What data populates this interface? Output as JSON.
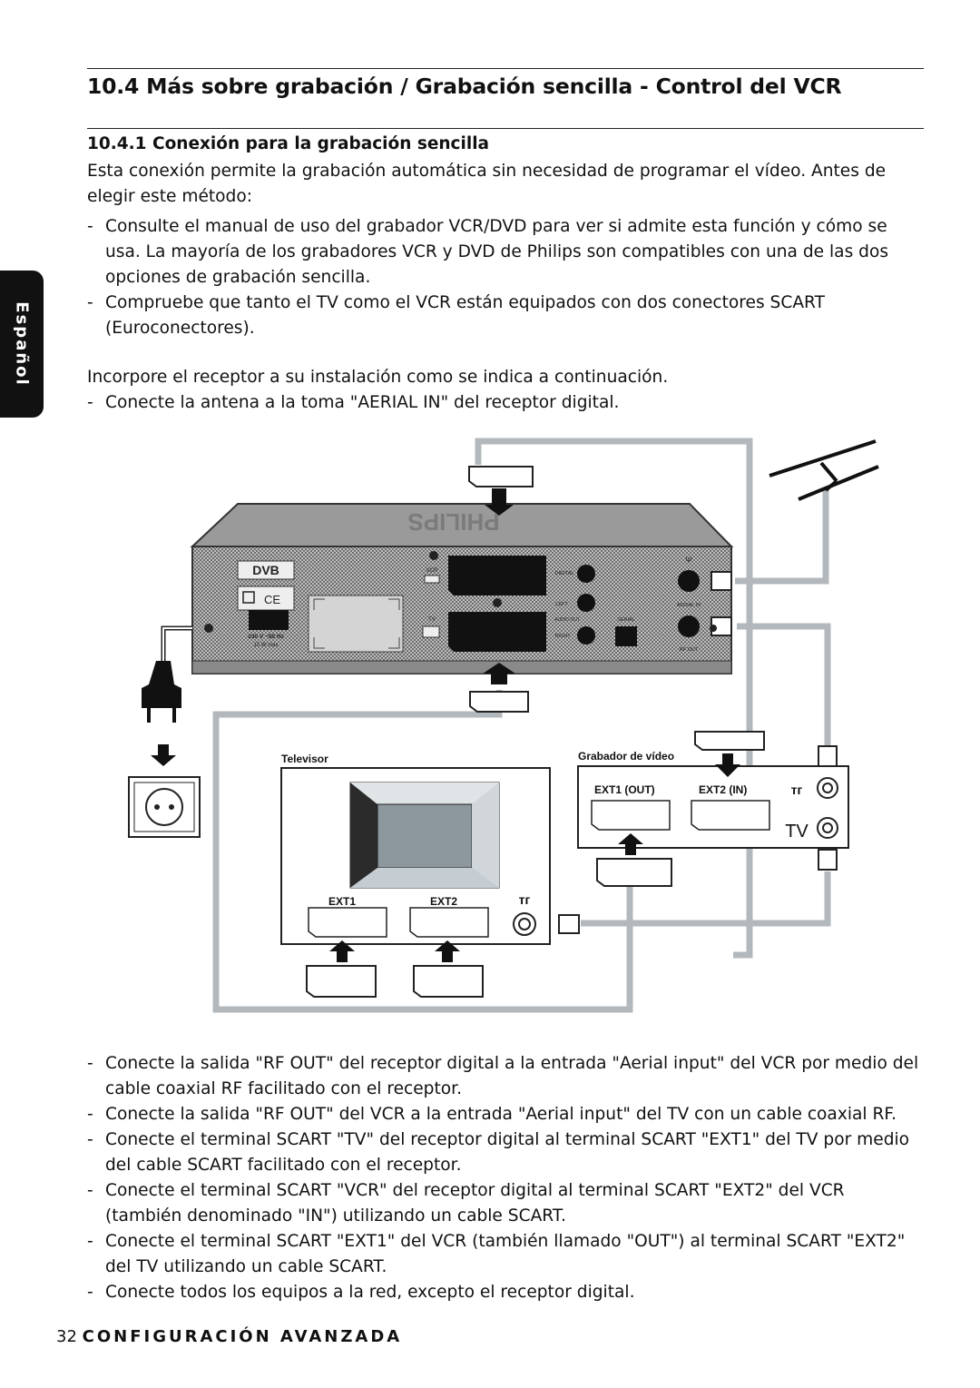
{
  "side_tab": "Español",
  "heading": "10.4 Más sobre grabación / Grabación sencilla - Control del VCR",
  "subheading": "10.4.1 Conexión para la grabación sencilla",
  "intro": "Esta conexión permite la grabación automática sin necesidad de programar el vídeo. Antes de elegir este método:",
  "checks": [
    "Consulte el manual de uso del grabador VCR/DVD para ver si admite esta función y cómo se usa. La mayoría de los grabadores VCR y DVD de Philips son compatibles con una de las dos opciones de grabación sencilla.",
    "Compruebe que tanto el TV como el VCR están equipados con dos conectores SCART (Euroconectores)."
  ],
  "install_intro": "Incorpore el receptor a su instalación como se indica a continuación.",
  "install_steps": [
    "Conecte la antena a la toma \"AERIAL IN\" del receptor digital."
  ],
  "diagram": {
    "brand": "PHILIPS",
    "dvb_logo": "DVB",
    "ce_mark": "CE",
    "power_rating_1": "230 V ~50 Hz",
    "power_rating_2": "10 W max",
    "vcr_label": "VCR",
    "tv_label": "TV",
    "digital_label": "DIGITAL",
    "left_label": "LEFT",
    "audio_out_label": "AUDIO OUT",
    "right_label": "RIGHT",
    "serial_label": "SERIAL",
    "aerial_in_label": "AERIAL IN",
    "rf_out_label": "RF OUT",
    "televisor_label": "Televisor",
    "tv_ext1": "EXT1",
    "tv_ext2": "EXT2",
    "grabador_label": "Grabador de vídeo",
    "vcr_ext1": "EXT1 (OUT)",
    "vcr_ext2": "EXT2 (IN)",
    "vcr_tv_mark": "TV"
  },
  "after_steps": [
    "Conecte la salida \"RF OUT\" del receptor digital a la entrada \"Aerial input\" del VCR por medio del cable coaxial RF facilitado con el receptor.",
    "Conecte la salida \"RF OUT\" del VCR a la entrada \"Aerial input\" del TV con un cable coaxial RF.",
    "Conecte el terminal SCART \"TV\" del receptor digital al terminal SCART \"EXT1\" del TV por medio del cable SCART facilitado con el receptor.",
    "Conecte el terminal SCART \"VCR\" del receptor digital al terminal SCART \"EXT2\" del VCR (también denominado \"IN\") utilizando un cable SCART.",
    "Conecte el terminal SCART \"EXT1\" del VCR (también llamado \"OUT\") al terminal SCART \"EXT2\" del TV utilizando un cable SCART.",
    "Conecte todos los equipos a la red, excepto el receptor digital."
  ],
  "footer": {
    "page_number": "32",
    "section": "CONFIGURACIÓN AVANZADA"
  }
}
